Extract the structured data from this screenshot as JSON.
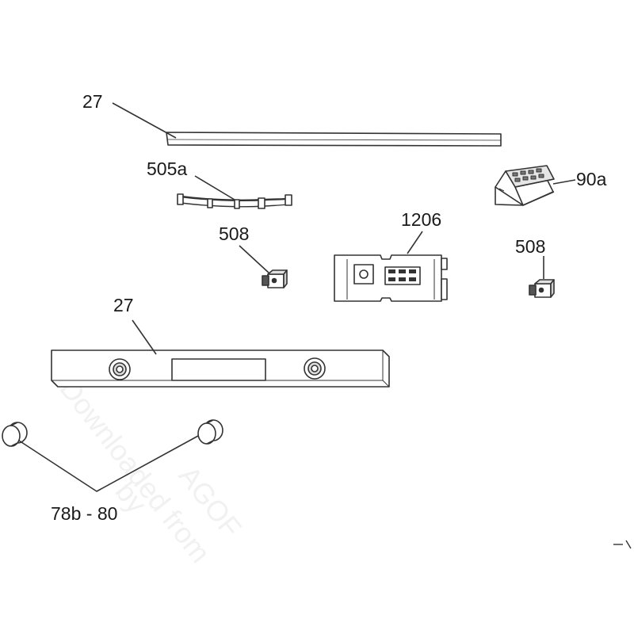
{
  "labels": {
    "part_27_top": "27",
    "part_505a": "505a",
    "part_90a": "90a",
    "part_1206": "1206",
    "part_508_left": "508",
    "part_508_right": "508",
    "part_27_bottom": "27",
    "part_78b_80": "78b - 80"
  },
  "watermark": {
    "line1": "Downloaded from",
    "line2": "by",
    "line3": "AGOF"
  },
  "colors": {
    "stroke": "#333333",
    "fill": "#ffffff",
    "shade": "#d9d9d9"
  }
}
